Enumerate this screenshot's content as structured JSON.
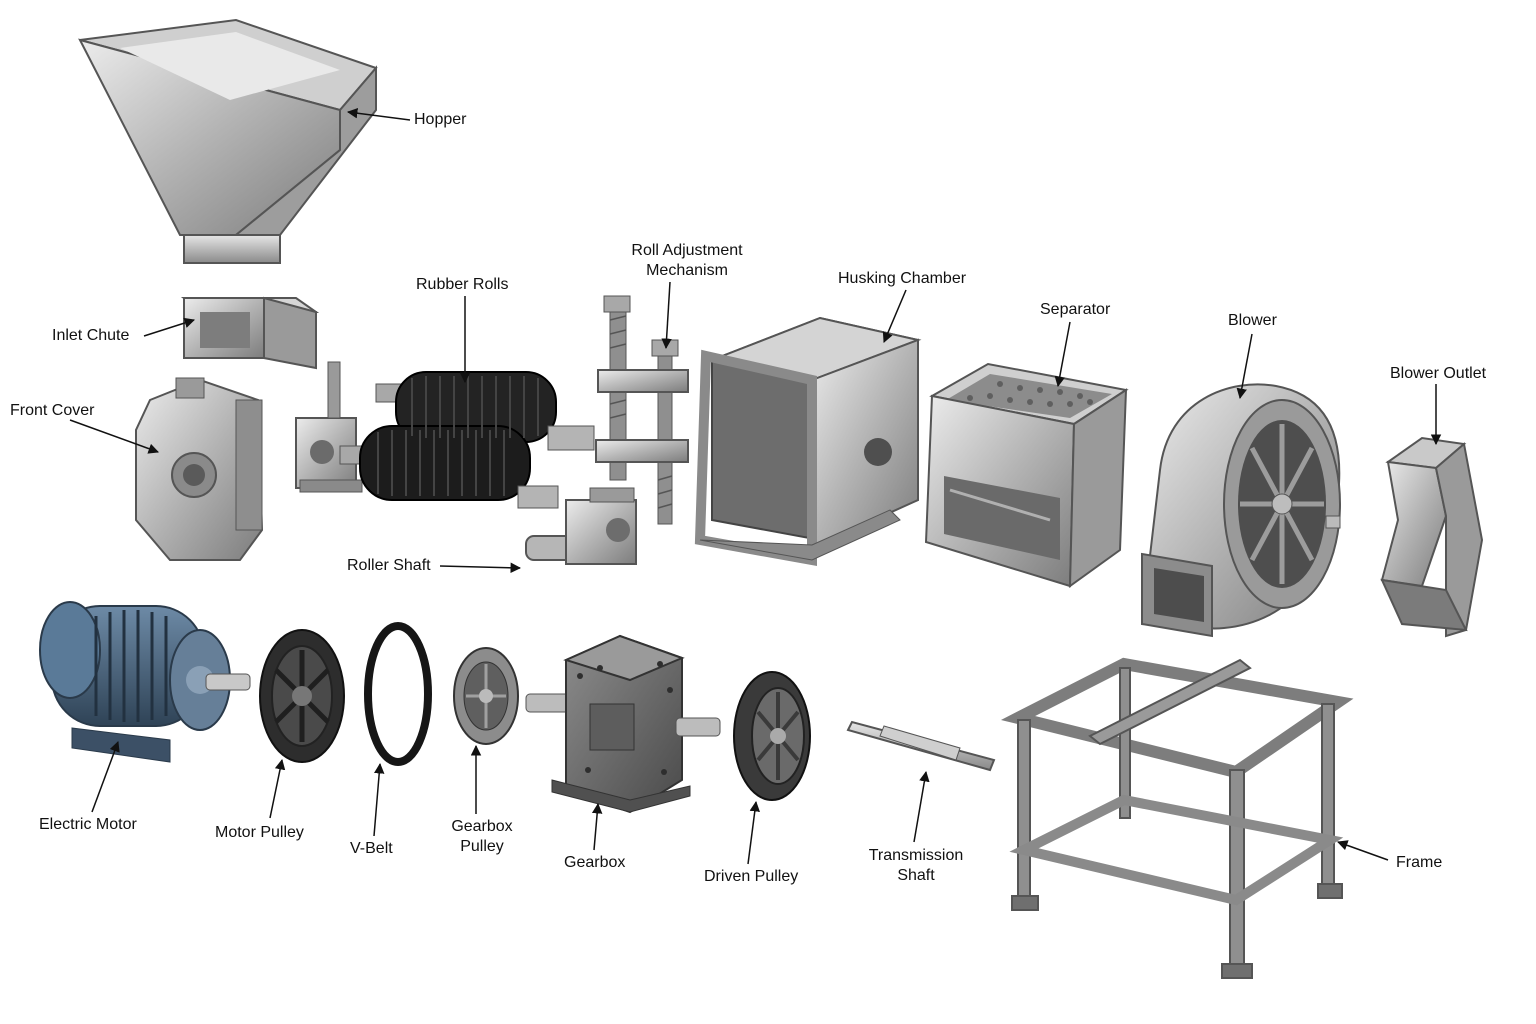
{
  "labels": {
    "hopper": "Hopper",
    "inlet_chute": "Inlet Chute",
    "front_cover": "Front Cover",
    "rubber_rolls": "Rubber Rolls",
    "roll_adjustment_1": "Roll Adjustment",
    "roll_adjustment_2": "Mechanism",
    "husking_chamber": "Husking Chamber",
    "separator": "Separator",
    "blower": "Blower",
    "blower_outlet": "Blower Outlet",
    "roller_shaft": "Roller Shaft",
    "electric_motor": "Electric Motor",
    "motor_pulley": "Motor Pulley",
    "v_belt": "V-Belt",
    "gearbox_pulley_1": "Gearbox",
    "gearbox_pulley_2": "Pulley",
    "gearbox": "Gearbox",
    "driven_pulley": "Driven Pulley",
    "transmission_shaft_1": "Transmission",
    "transmission_shaft_2": "Shaft",
    "frame": "Frame"
  },
  "colors": {
    "steel_light": "#d9d9d9",
    "steel_mid": "#a7a7a7",
    "steel_dark": "#6f6f6f",
    "rubber": "#1e1e1e",
    "motor_blue": "#4b6a86",
    "line": "#111111"
  }
}
